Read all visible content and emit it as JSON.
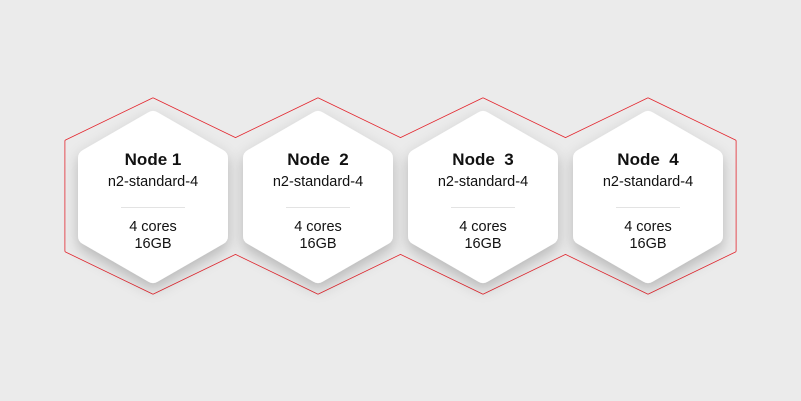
{
  "colors": {
    "background": "#ebebeb",
    "outline": "#e3262e",
    "node_fill": "#ffffff"
  },
  "nodes": [
    {
      "title": "Node 1",
      "machine_type": "n2-standard-4",
      "cores": "4 cores",
      "memory": "16GB"
    },
    {
      "title": "Node  2",
      "machine_type": "n2-standard-4",
      "cores": "4 cores",
      "memory": "16GB"
    },
    {
      "title": "Node  3",
      "machine_type": "n2-standard-4",
      "cores": "4 cores",
      "memory": "16GB"
    },
    {
      "title": "Node  4",
      "machine_type": "n2-standard-4",
      "cores": "4 cores",
      "memory": "16GB"
    }
  ]
}
